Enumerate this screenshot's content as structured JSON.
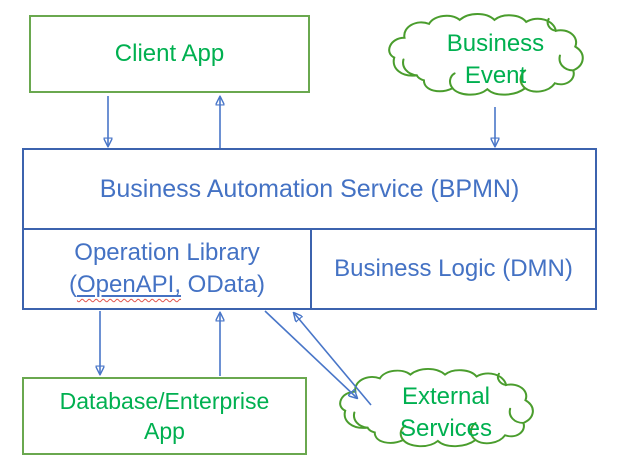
{
  "colors": {
    "blue_accent": "#4472C4",
    "blue_border": "#3C63AE",
    "arrow_blue": "#4976C8",
    "green_border": "#6AA84F",
    "green_text": "#00B050",
    "cloud_green": "#4A9D2D",
    "spellcheck_red": "#E0544C"
  },
  "nodes": {
    "client_app": {
      "label": "Client App"
    },
    "business_event": {
      "label": "Business Event"
    },
    "automation_service": {
      "label": "Business Automation Service (BPMN)"
    },
    "operation_library": {
      "text_before": "Operation Library (",
      "underlined_word": "OpenAPI,",
      "text_after": " OData)"
    },
    "business_logic": {
      "label": "Business Logic (DMN)"
    },
    "database_app": {
      "label": "Database/Enterprise App"
    },
    "external_services": {
      "label": "External Services"
    }
  }
}
